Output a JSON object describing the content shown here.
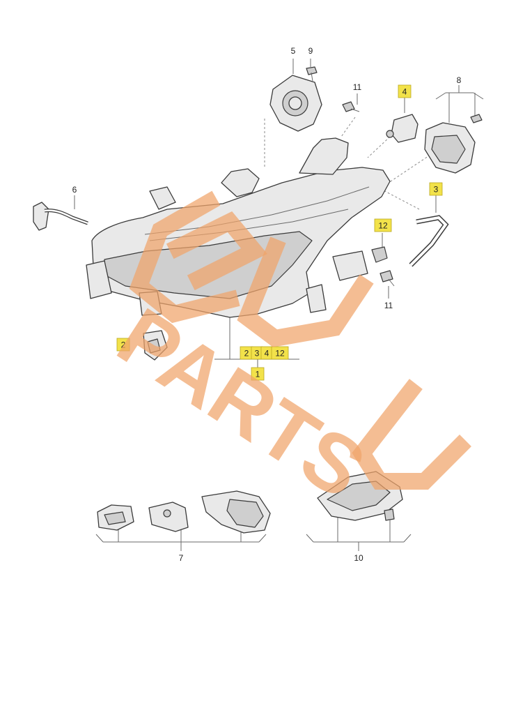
{
  "diagram": {
    "callouts": {
      "c1": "1",
      "c2": "2",
      "c3": "3",
      "c4": "4",
      "c5": "5",
      "c6": "6",
      "c7": "7",
      "c8": "8",
      "c9": "9",
      "c10": "10",
      "c11_top": "11",
      "c11_bottom": "11",
      "c12": "12",
      "group_2": "2",
      "group_3": "3",
      "group_4": "4",
      "group_12": "12"
    },
    "highlight_color": "#f2e24a",
    "watermark": {
      "text": "PARTS",
      "color": "#f0a46a"
    }
  }
}
